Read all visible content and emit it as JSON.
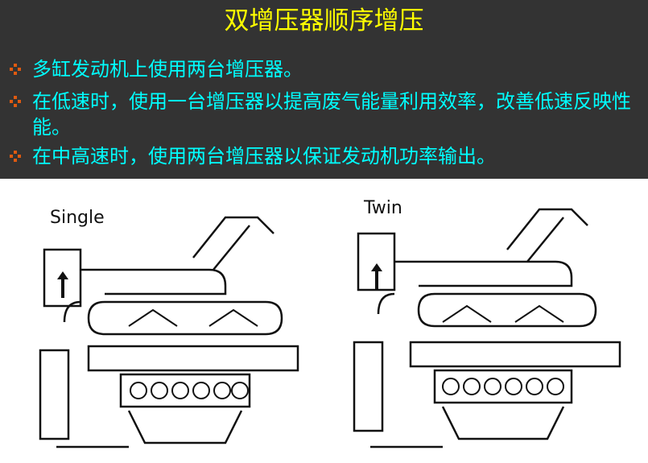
{
  "slide": {
    "title": "双增压器顺序增压",
    "bullets": [
      "多缸发动机上使用两台增压器。",
      "在低速时，使用一台增压器以提高废气能量利用效率，改善低速反映性能。",
      "在中高速时，使用两台增压器以保证发动机功率输出。"
    ],
    "colors": {
      "background": "#333333",
      "title": "#ffff00",
      "text": "#00ffff",
      "bullet": "#e05a10"
    }
  },
  "diagrams": [
    {
      "label": "Single",
      "icon": "engine-turbo-single-diagram"
    },
    {
      "label": "Twin",
      "icon": "engine-turbo-twin-diagram"
    }
  ]
}
